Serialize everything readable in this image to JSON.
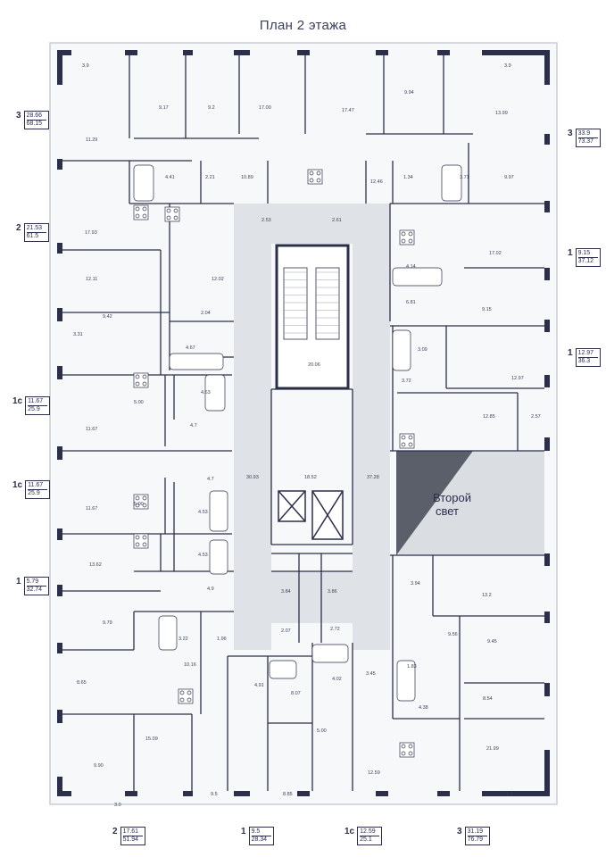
{
  "title": "План 2 этажа",
  "second_light": [
    "Второй",
    "свет"
  ],
  "apartments": [
    {
      "id": "l1",
      "rooms": "3",
      "living": "28.66",
      "total": "68.15"
    },
    {
      "id": "l2",
      "rooms": "2",
      "living": "21.53",
      "total": "61.5"
    },
    {
      "id": "l3",
      "rooms": "1с",
      "living": "11.67",
      "total": "25.9"
    },
    {
      "id": "l4",
      "rooms": "1с",
      "living": "11.67",
      "total": "25.9"
    },
    {
      "id": "l5",
      "rooms": "1",
      "living": "5.79",
      "total": "32.74"
    },
    {
      "id": "r1",
      "rooms": "3",
      "living": "33.9",
      "total": "73.37"
    },
    {
      "id": "r2",
      "rooms": "1",
      "living": "9.15",
      "total": "37.12"
    },
    {
      "id": "r3",
      "rooms": "1",
      "living": "12.97",
      "total": "36.3"
    },
    {
      "id": "b1",
      "rooms": "2",
      "living": "17.61",
      "total": "51.94"
    },
    {
      "id": "b2",
      "rooms": "1",
      "living": "9.5",
      "total": "28.34"
    },
    {
      "id": "b3",
      "rooms": "1с",
      "living": "12.59",
      "total": "25.1"
    },
    {
      "id": "b4",
      "rooms": "3",
      "living": "31.19",
      "total": "76.79"
    }
  ],
  "room_labels": [
    {
      "t": "3.9"
    },
    {
      "t": "9.17"
    },
    {
      "t": "9.2"
    },
    {
      "t": "17.00"
    },
    {
      "t": "17.47"
    },
    {
      "t": "9.94"
    },
    {
      "t": "3.9"
    },
    {
      "t": "13.99"
    },
    {
      "t": "11.29"
    },
    {
      "t": "4.41"
    },
    {
      "t": "2.21"
    },
    {
      "t": "10.89"
    },
    {
      "t": "12.46"
    },
    {
      "t": "1.34"
    },
    {
      "t": "3.71"
    },
    {
      "t": "9.97"
    },
    {
      "t": "17.93"
    },
    {
      "t": "2.53"
    },
    {
      "t": "2.61"
    },
    {
      "t": "17.02"
    },
    {
      "t": "12.11"
    },
    {
      "t": "12.02"
    },
    {
      "t": "4.14"
    },
    {
      "t": "6.81"
    },
    {
      "t": "9.15"
    },
    {
      "t": "9.42"
    },
    {
      "t": "2.04"
    },
    {
      "t": "3.31"
    },
    {
      "t": "4.67"
    },
    {
      "t": "20.06"
    },
    {
      "t": "3.09"
    },
    {
      "t": "12.97"
    },
    {
      "t": "5.00"
    },
    {
      "t": "4.63"
    },
    {
      "t": "3.72"
    },
    {
      "t": "11.67"
    },
    {
      "t": "4.7"
    },
    {
      "t": "12.85"
    },
    {
      "t": "2.57"
    },
    {
      "t": "4.7"
    },
    {
      "t": "30.93"
    },
    {
      "t": "18.52"
    },
    {
      "t": "37.28"
    },
    {
      "t": "11.67"
    },
    {
      "t": "5.00"
    },
    {
      "t": "4.53"
    },
    {
      "t": "4.53"
    },
    {
      "t": "13.62"
    },
    {
      "t": "4.9"
    },
    {
      "t": "3.84"
    },
    {
      "t": "3.86"
    },
    {
      "t": "3.94"
    },
    {
      "t": "13.2"
    },
    {
      "t": "9.79"
    },
    {
      "t": "3.22"
    },
    {
      "t": "1.96"
    },
    {
      "t": "2.07"
    },
    {
      "t": "2.72"
    },
    {
      "t": "9.56"
    },
    {
      "t": "9.45"
    },
    {
      "t": "10.16"
    },
    {
      "t": "1.83"
    },
    {
      "t": "8.65"
    },
    {
      "t": "8.07"
    },
    {
      "t": "4.02"
    },
    {
      "t": "3.45"
    },
    {
      "t": "4.91"
    },
    {
      "t": "8.54"
    },
    {
      "t": "4.38"
    },
    {
      "t": "15.09"
    },
    {
      "t": "5.00"
    },
    {
      "t": "9.90"
    },
    {
      "t": "21.99"
    },
    {
      "t": "12.59"
    },
    {
      "t": "3.0"
    },
    {
      "t": "9.5"
    },
    {
      "t": "8.85"
    },
    {
      "t": "3.9"
    }
  ]
}
